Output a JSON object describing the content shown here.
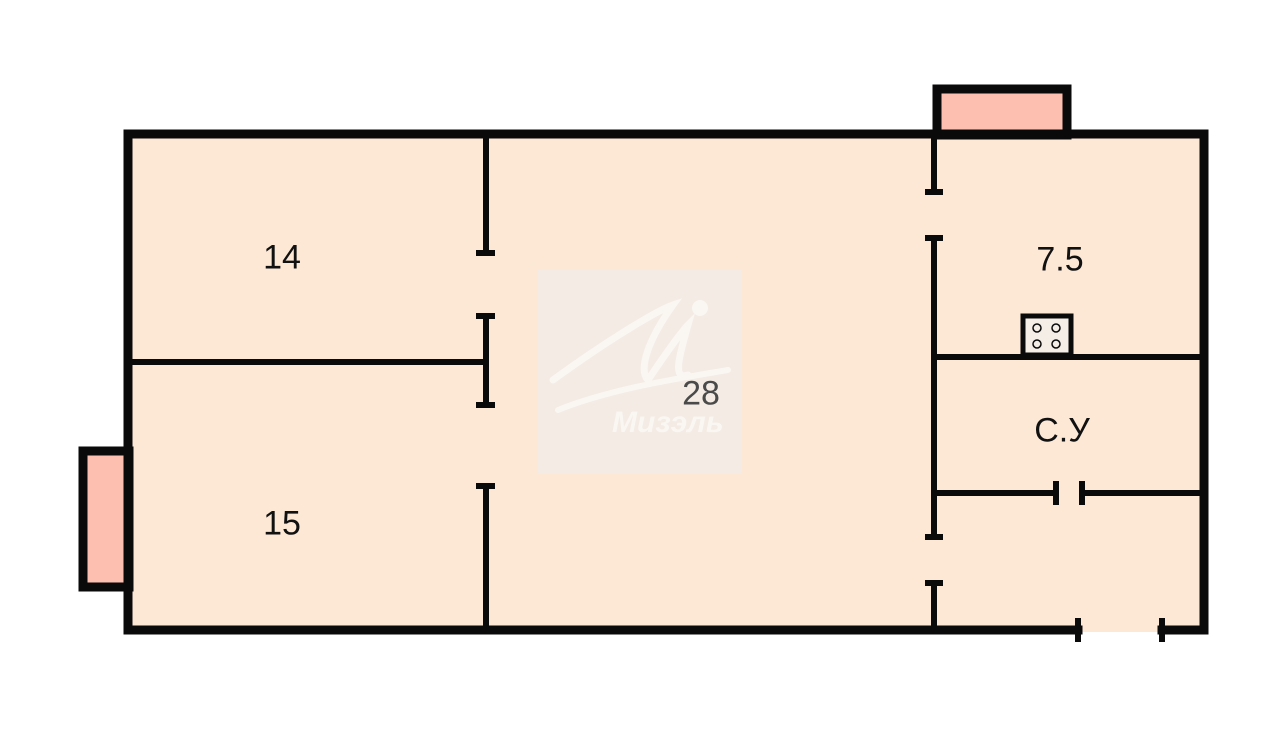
{
  "plan": {
    "rooms": [
      {
        "id": "room-top-left",
        "label": "14"
      },
      {
        "id": "room-bottom-left",
        "label": "15"
      },
      {
        "id": "room-center",
        "label": "28"
      },
      {
        "id": "kitchen",
        "label": "7.5"
      },
      {
        "id": "bathroom",
        "label": "С.У"
      }
    ],
    "watermark": "Мизэль"
  },
  "colors": {
    "floor": "#fde8d6",
    "wall": "#0a0a0a",
    "window": "#fdbfb0",
    "center_label": "#4a4a4a"
  }
}
